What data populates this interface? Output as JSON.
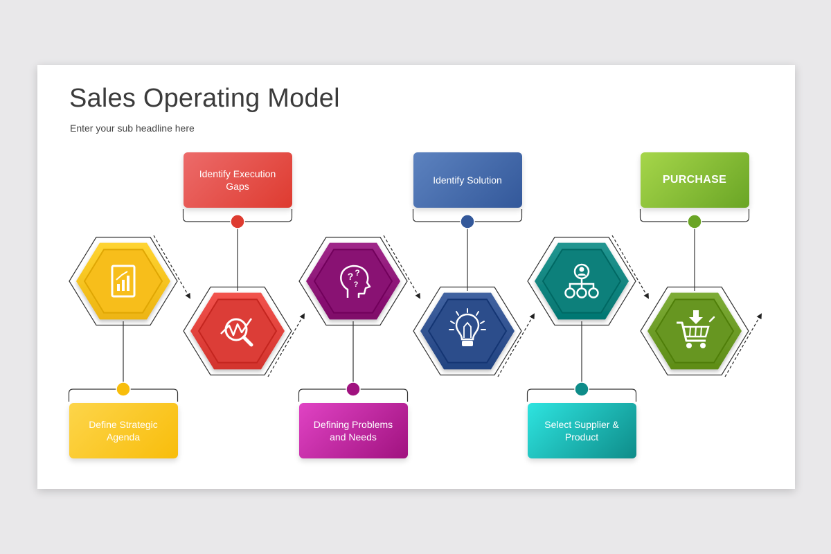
{
  "slide": {
    "title": "Sales Operating Model",
    "subtitle": "Enter your sub headline here"
  },
  "steps": [
    {
      "label": "Define Strategic Agenda",
      "icon": "report-chart-icon",
      "color": "#fbc21f",
      "box_gradient": [
        "#fdd54a",
        "#f8bd0b"
      ]
    },
    {
      "label": "Identify Execution Gaps",
      "icon": "magnifier-analysis-icon",
      "color": "#e0413b",
      "box_gradient": [
        "#ec6b6a",
        "#de3b30"
      ]
    },
    {
      "label": "Defining Problems and Needs",
      "icon": "head-question-icon",
      "color": "#8d1677",
      "box_gradient": [
        "#e043c4",
        "#a0127f"
      ]
    },
    {
      "label": "Identify Solution",
      "icon": "lightbulb-icon",
      "color": "#30518f",
      "box_gradient": [
        "#5c82bf",
        "#33589a"
      ]
    },
    {
      "label": "Select Supplier & Product",
      "icon": "hierarchy-person-icon",
      "color": "#11847f",
      "box_gradient": [
        "#2ee4e0",
        "#0e8c89"
      ]
    },
    {
      "label": "PURCHASE",
      "icon": "shopping-cart-icon",
      "color": "#6b9a25",
      "box_gradient": [
        "#a6d64a",
        "#6aa525"
      ]
    }
  ]
}
